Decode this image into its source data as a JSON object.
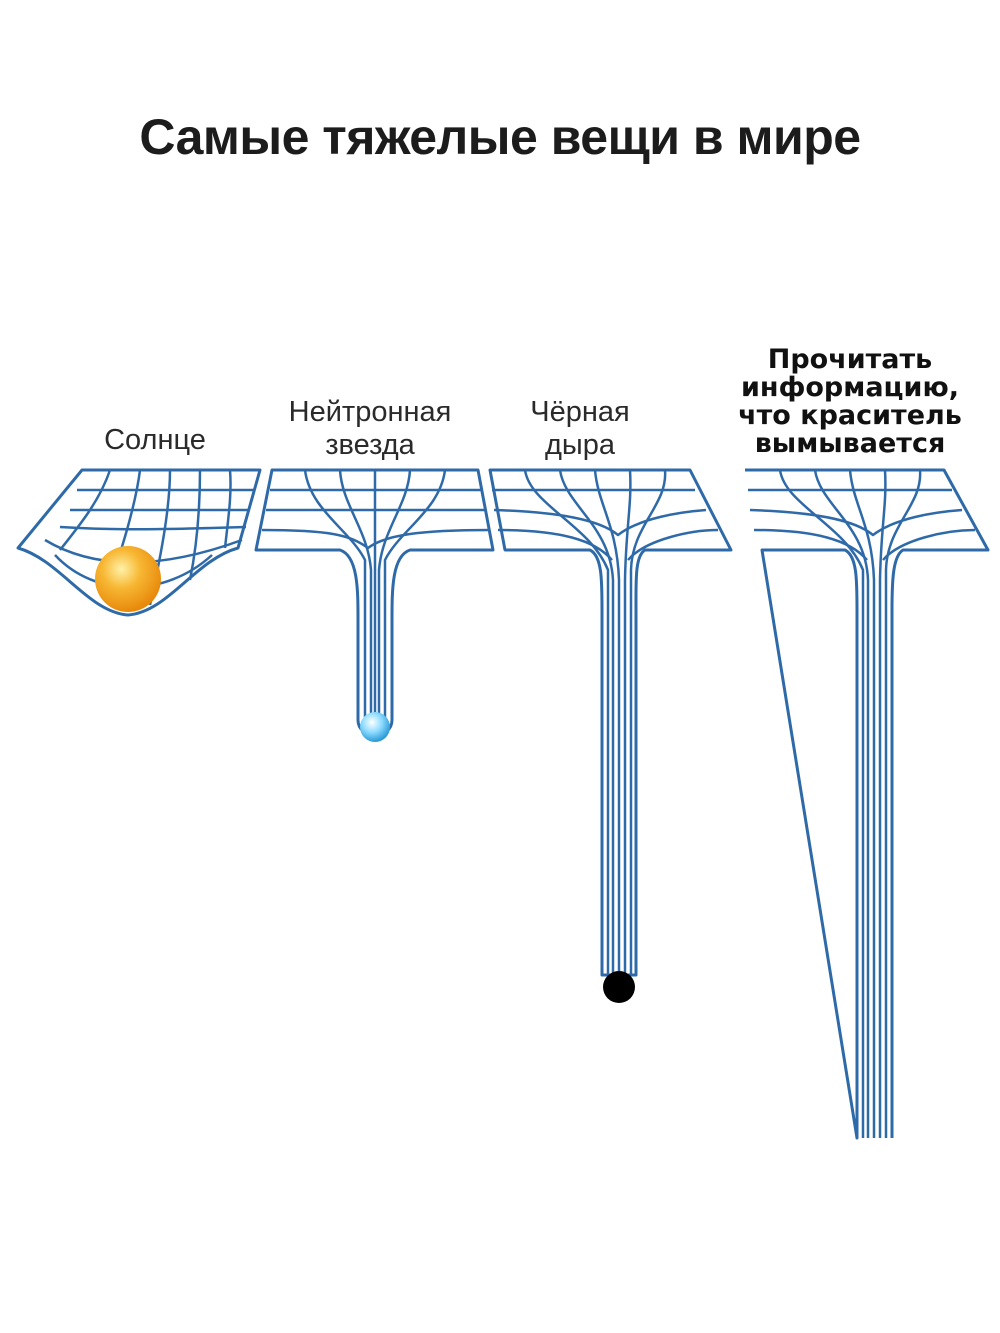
{
  "title": "Самые тяжелые вещи в мире",
  "labels": {
    "sun": "Солнце",
    "neutron_star": "Нейтронная\nзвезда",
    "black_hole": "Чёрная\nдыра",
    "meme": "Прочитать\nинформацию,\nчто краситель\nвымывается"
  },
  "colors": {
    "grid": "#2f6aa8",
    "sun": "#f5a623",
    "neutron_star": "#6cc8f0",
    "black_hole": "#000000"
  }
}
